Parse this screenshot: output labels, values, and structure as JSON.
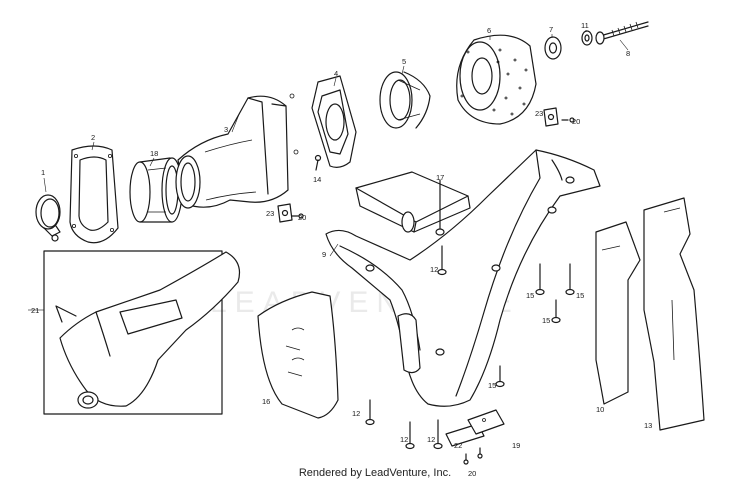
{
  "diagram": {
    "watermark": "LEADVENTURE",
    "footer": "Rendered by LeadVenture, Inc.",
    "callouts": {
      "c1": "1",
      "c2": "2",
      "c3": "3",
      "c4": "4",
      "c5": "5",
      "c6": "6",
      "c7": "7",
      "c8": "8",
      "c9": "9",
      "c10": "10",
      "c11": "11",
      "c12a": "12",
      "c12b": "12",
      "c12c": "12",
      "c12d": "12",
      "c13": "13",
      "c14": "14",
      "c15a": "15",
      "c15b": "15",
      "c15c": "15",
      "c15d": "15",
      "c16": "16",
      "c17": "17",
      "c18": "18",
      "c19": "19",
      "c20a": "20",
      "c20b": "20",
      "c20c": "20",
      "c21": "21",
      "c22": "22",
      "c23a": "23",
      "c23b": "23"
    }
  }
}
